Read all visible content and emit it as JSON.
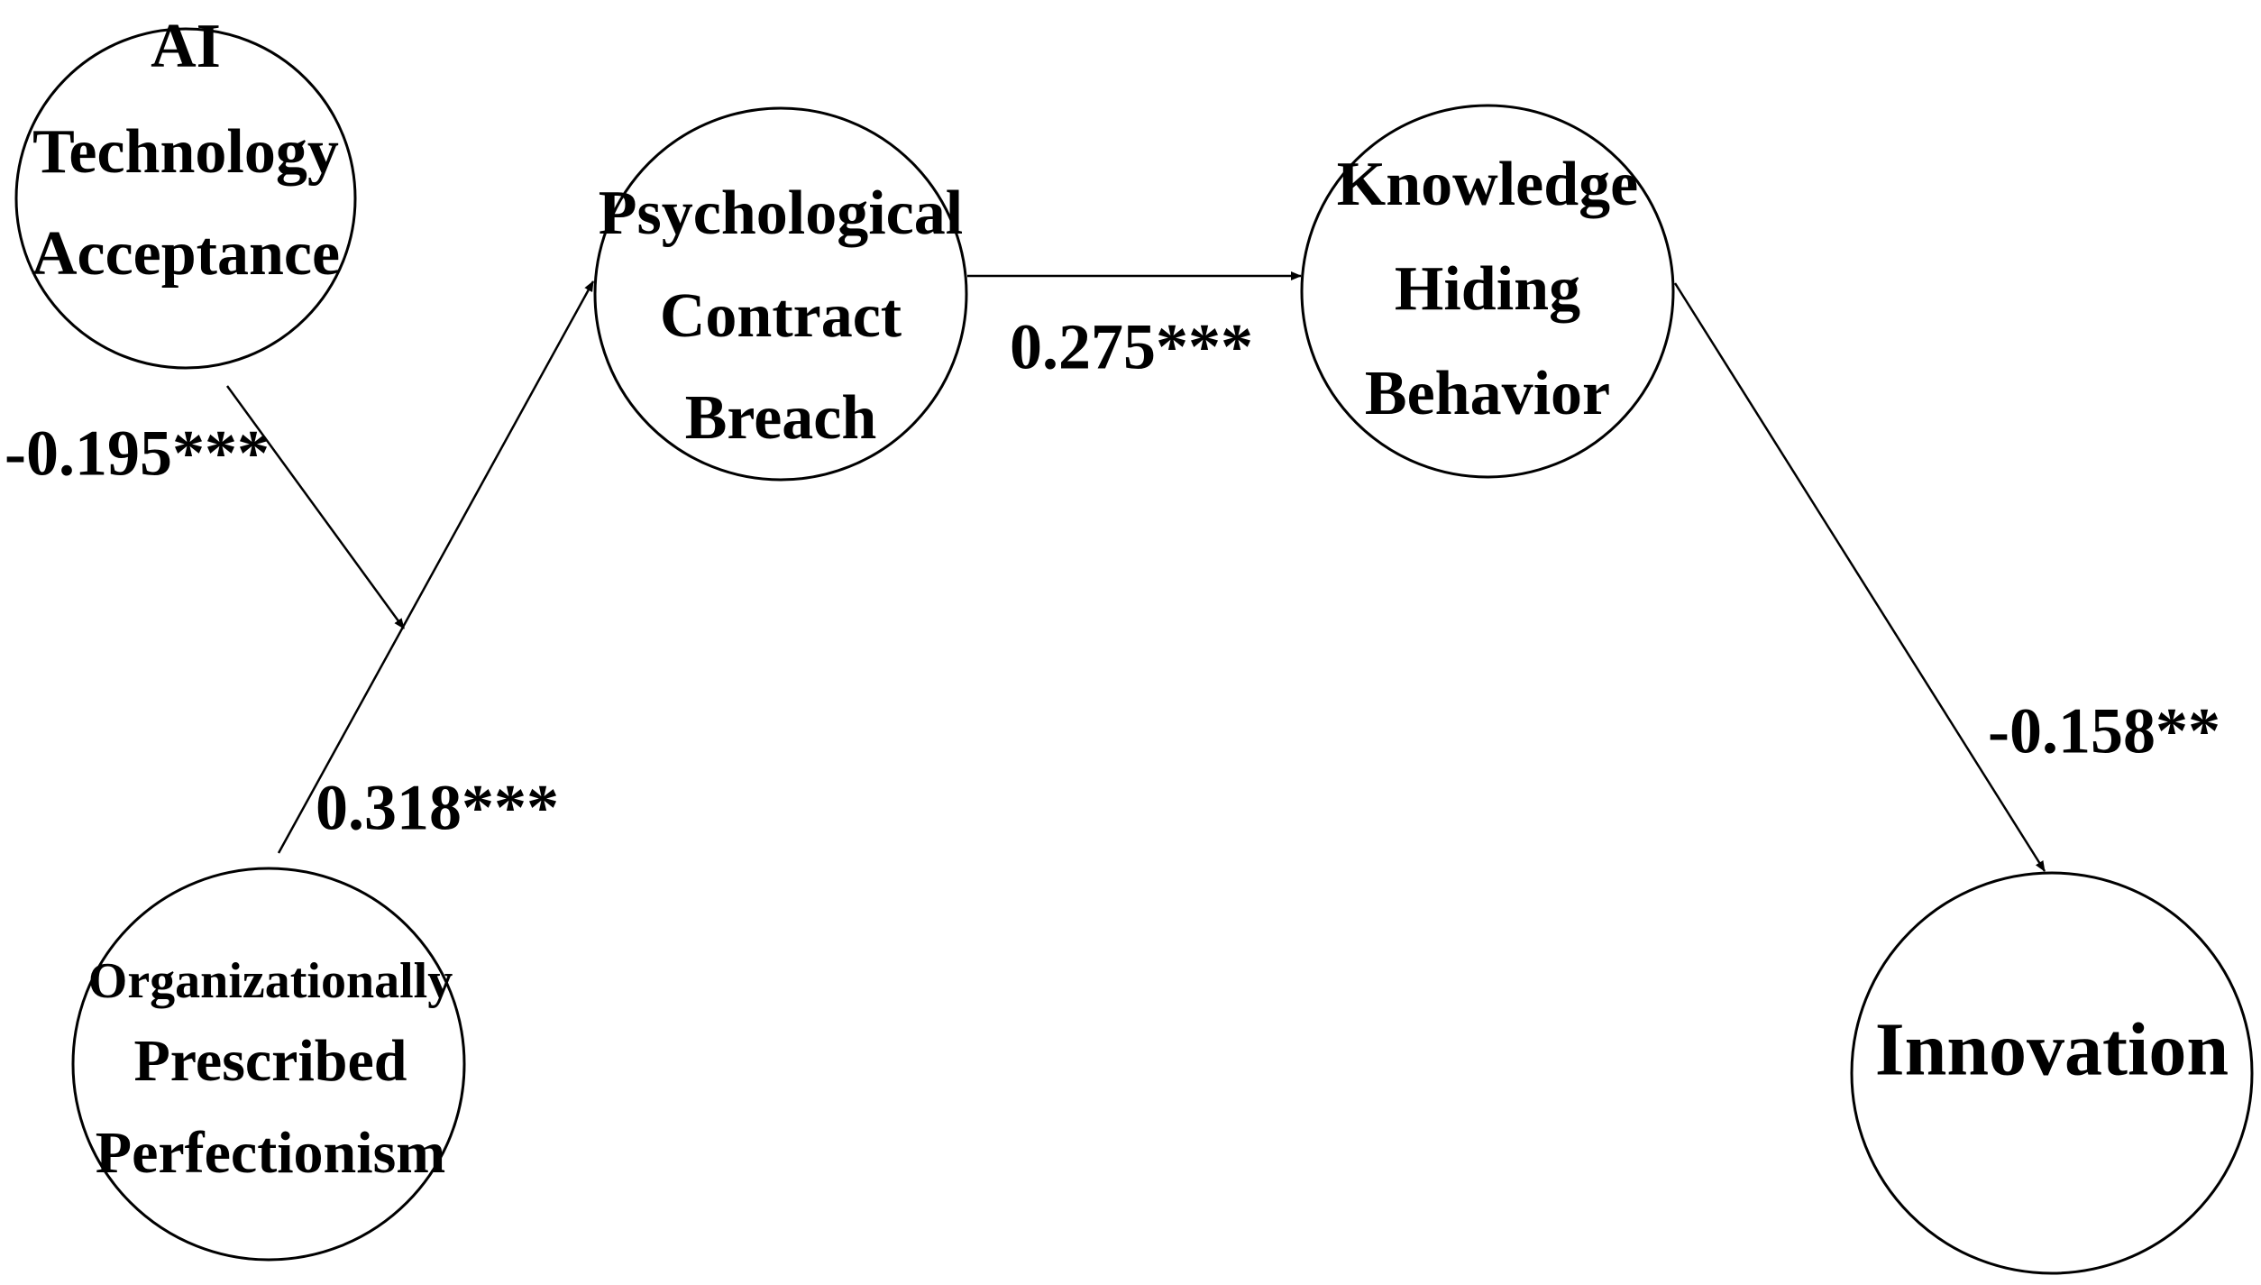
{
  "nodes": {
    "ai_acceptance": {
      "line1": "AI",
      "line2": "Technology",
      "line3": "Acceptance"
    },
    "perfectionism": {
      "line1": "Organizationally",
      "line2": "Prescribed",
      "line3": "Perfectionism"
    },
    "psych_contract": {
      "line1": "Psychological",
      "line2": "Contract",
      "line3": "Breach"
    },
    "knowledge_hiding": {
      "line1": "Knowledge",
      "line2": "Hiding",
      "line3": "Behavior"
    },
    "innovation": {
      "line1": "Innovation"
    }
  },
  "paths": {
    "moderation": "-0.195***",
    "perfectionism_to_breach": "0.318***",
    "breach_to_hiding": "0.275***",
    "hiding_to_innovation": "-0.158**"
  },
  "colors": {
    "stroke": "#000000",
    "background": "#ffffff"
  }
}
